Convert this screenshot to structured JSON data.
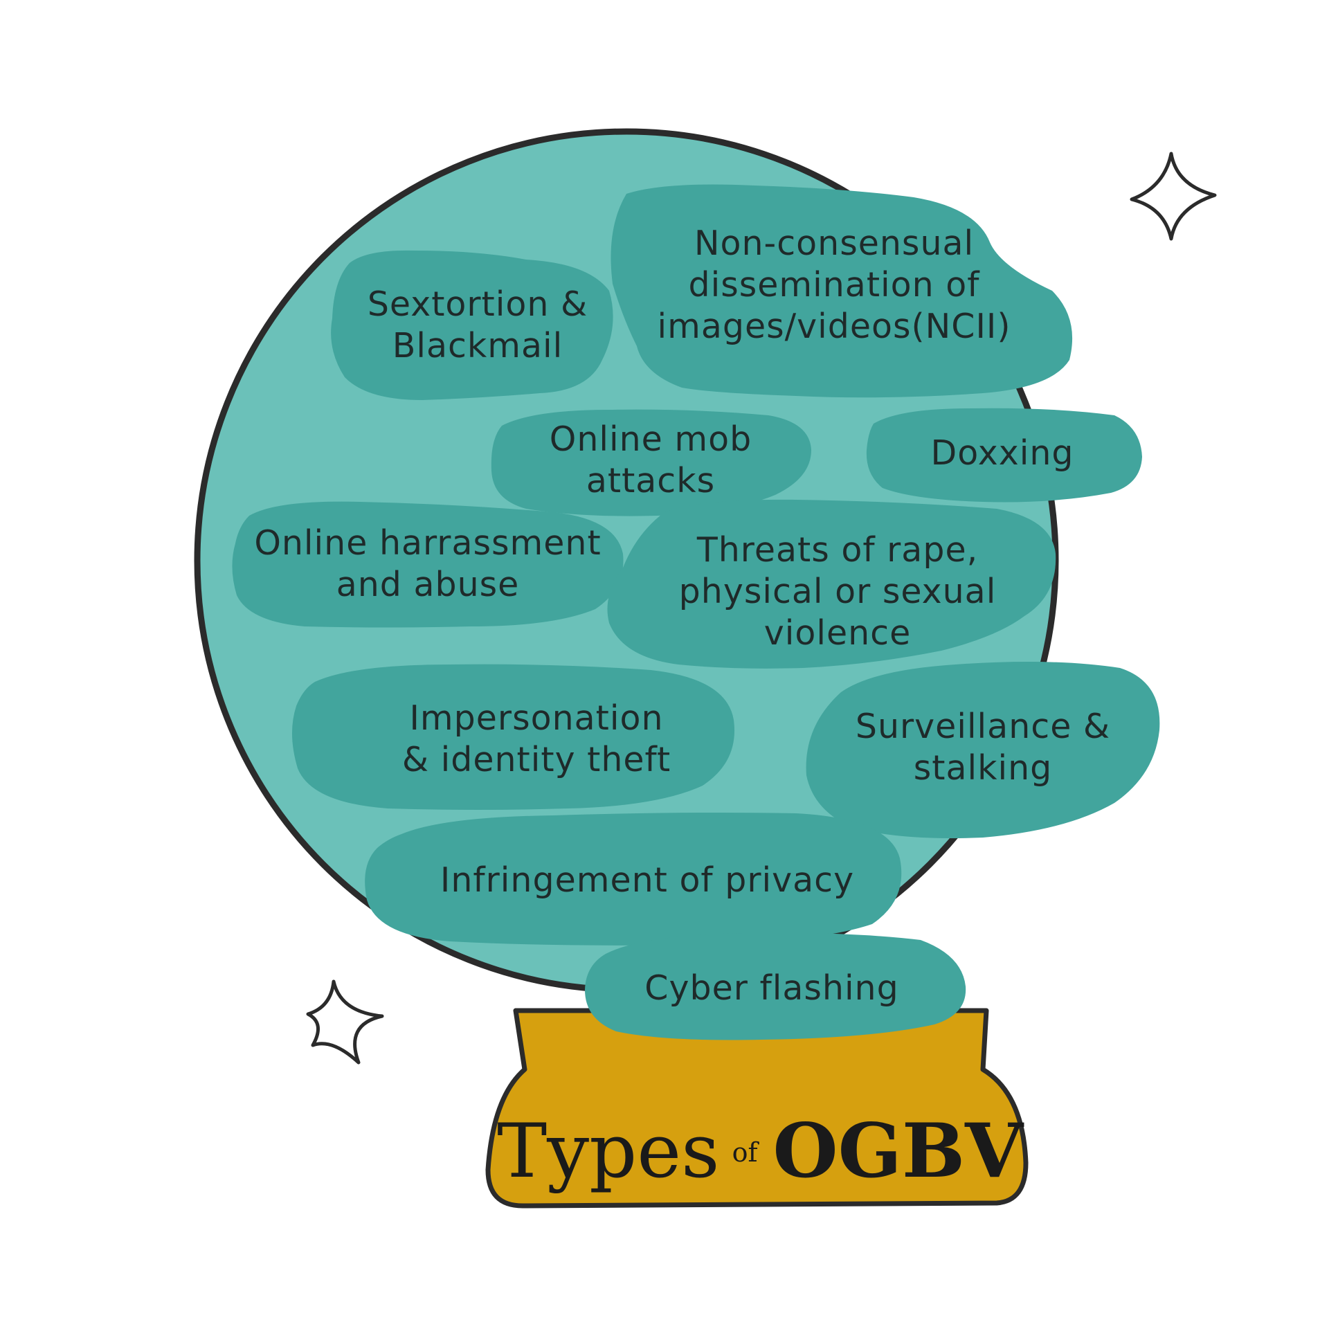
{
  "colors": {
    "background": "#ffffff",
    "globe": "#6bc1b9",
    "cloud": "#42a59d",
    "outline": "#2b2b2b",
    "base": "#d6a00f",
    "text": "#1f2a2a"
  },
  "title": {
    "main": "Types",
    "connector": "of",
    "acronym": "OGBV"
  },
  "items": [
    {
      "lines": [
        "Sextortion &",
        "Blackmail"
      ]
    },
    {
      "lines": [
        "Non-consensual",
        "dissemination of",
        "images/videos(NCII)"
      ]
    },
    {
      "lines": [
        "Online mob",
        "attacks"
      ]
    },
    {
      "lines": [
        "Doxxing"
      ]
    },
    {
      "lines": [
        "Online harrassment",
        "and abuse"
      ]
    },
    {
      "lines": [
        "Threats of rape,",
        "physical or sexual",
        "violence"
      ]
    },
    {
      "lines": [
        "Impersonation",
        "& identity theft"
      ]
    },
    {
      "lines": [
        "Surveillance &",
        "stalking"
      ]
    },
    {
      "lines": [
        "Infringement of privacy"
      ]
    },
    {
      "lines": [
        "Cyber flashing"
      ]
    }
  ],
  "decorations": [
    "sparkle-icon",
    "sparkle-icon"
  ]
}
